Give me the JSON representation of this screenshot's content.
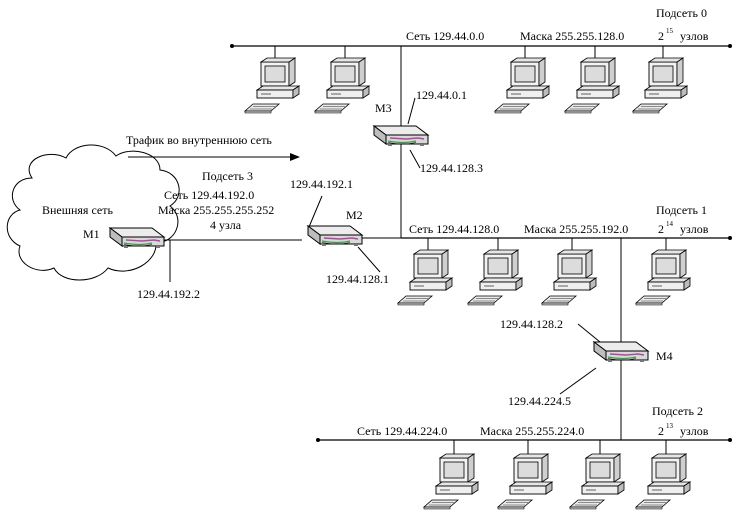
{
  "cloud": {
    "label": "Внешняя сеть"
  },
  "traffic": {
    "label": "Трафик во внутреннюю сеть"
  },
  "routers": {
    "m1": "M1",
    "m2": "M2",
    "m3": "M3",
    "m4": "M4"
  },
  "subnet0": {
    "title": "Подсеть 0",
    "network": "Сеть 129.44.0.0",
    "mask": "Маска 255.255.128.0",
    "hosts_base": "2",
    "hosts_exp": "15",
    "hosts_word": "узлов"
  },
  "subnet1": {
    "title": "Подсеть 1",
    "network": "Сеть 129.44.128.0",
    "mask": "Маска 255.255.192.0",
    "hosts_base": "2",
    "hosts_exp": "14",
    "hosts_word": "узлов"
  },
  "subnet2": {
    "title": "Подсеть 2",
    "network": "Сеть 129.44.224.0",
    "mask": "Маска 255.255.224.0",
    "hosts_base": "2",
    "hosts_exp": "13",
    "hosts_word": "узлов"
  },
  "subnet3": {
    "title": "Подсеть 3",
    "network": "Сеть 129.44.192.0",
    "mask": "Маска 255.255.255.252",
    "hosts": "4 узла"
  },
  "addresses": {
    "m3_upper": "129.44.0.1",
    "m3_lower": "129.44.128.3",
    "m2_left": "129.44.192.1",
    "m2_right": "129.44.128.1",
    "m1": "129.44.192.2",
    "m4_upper": "129.44.128.2",
    "m4_lower": "129.44.224.5"
  },
  "colors": {
    "router_body": "#e4e4e4",
    "router_dark": "#9a9a9a",
    "router_accent": "#b04aa0",
    "router_led": "#3aa04a",
    "screen": "#dcdcdc"
  }
}
